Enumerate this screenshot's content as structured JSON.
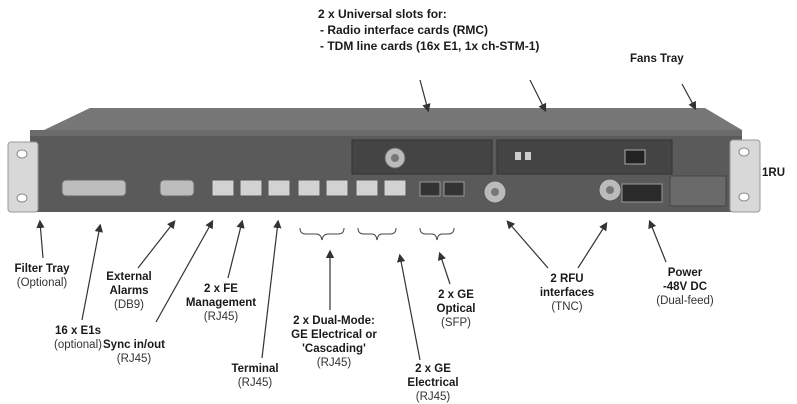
{
  "top_note": {
    "title": "2 x Universal slots for:",
    "bullets": [
      "Radio interface cards (RMC)",
      "TDM line cards (16x E1, 1x ch-STM-1)"
    ]
  },
  "labels": {
    "fans_tray": "Fans Tray",
    "rack_units": "1RU",
    "filter_tray": {
      "t": "Filter Tray",
      "s": "(Optional)"
    },
    "e1s": {
      "t": "16 x E1s",
      "s": "(optional)"
    },
    "ext_alarms": {
      "t1": "External",
      "t2": "Alarms",
      "s": "(DB9)"
    },
    "sync": {
      "t": "Sync in/out",
      "s": "(RJ45)"
    },
    "fe_mgmt": {
      "t1": "2 x FE",
      "t2": "Management",
      "s": "(RJ45)"
    },
    "terminal": {
      "t": "Terminal",
      "s": "(RJ45)"
    },
    "dual_mode": {
      "t1": "2 x Dual-Mode:",
      "t2": "GE Electrical or",
      "t3": "'Cascading'",
      "s": "(RJ45)"
    },
    "ge_electrical": {
      "t1": "2 x GE",
      "t2": "Electrical",
      "s": "(RJ45)"
    },
    "ge_optical": {
      "t1": "2 x GE",
      "t2": "Optical",
      "s": "(SFP)"
    },
    "rfu": {
      "t1": "2 RFU",
      "t2": "interfaces",
      "s": "(TNC)"
    },
    "power": {
      "t1": "Power",
      "t2": "-48V DC",
      "s": "(Dual-feed)"
    }
  },
  "colors": {
    "chassis": "#5e5e5e",
    "chassis_top": "#6f6f6f",
    "panel": "#4a4a4a",
    "port": "#cfcfcf",
    "bracket": "#d9d9d9",
    "arrow": "#333333"
  }
}
